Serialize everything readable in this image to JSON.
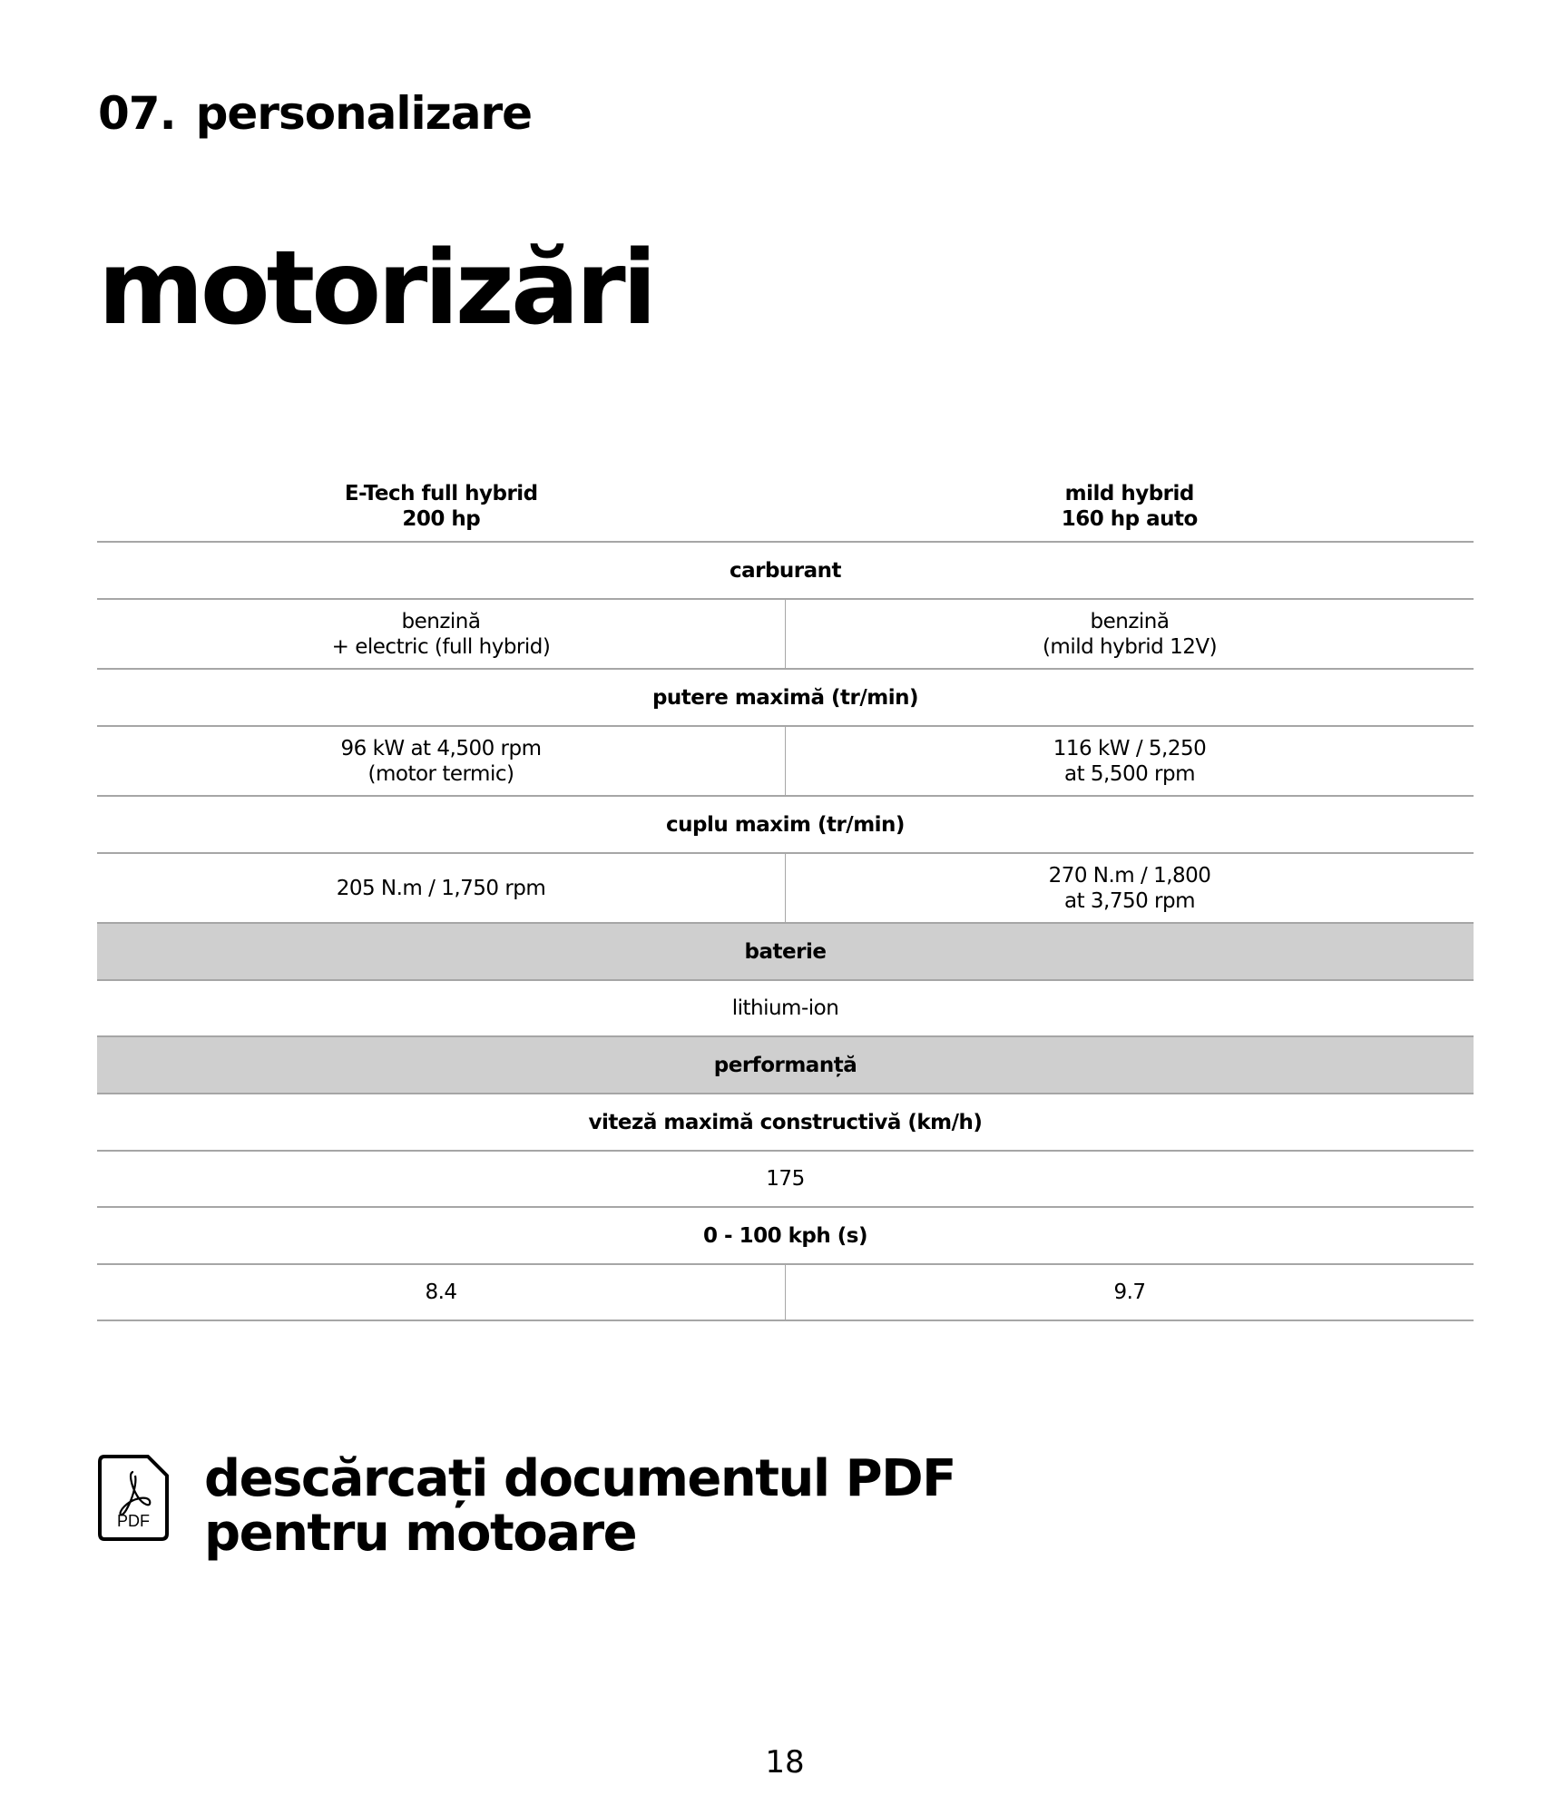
{
  "header": {
    "section_number": "07.",
    "section_name": "personalizare"
  },
  "title": "motorizări",
  "table": {
    "columns": [
      "E-Tech full hybrid\n200 hp",
      "mild hybrid\n160 hp auto"
    ],
    "column_lines": [
      [
        "E-Tech full hybrid",
        "200 hp"
      ],
      [
        "mild hybrid",
        "160 hp auto"
      ]
    ],
    "sections": [
      {
        "label": "carburant",
        "values": [
          [
            "benzină",
            "+ electric (full hybrid)"
          ],
          [
            "benzină",
            "(mild hybrid 12V)"
          ]
        ]
      },
      {
        "label": "putere maximă (tr/min)",
        "values": [
          [
            "96 kW at 4,500 rpm",
            "(motor termic)"
          ],
          [
            "116 kW / 5,250",
            "at 5,500 rpm"
          ]
        ]
      },
      {
        "label": "cuplu maxim (tr/min)",
        "values": [
          [
            "205 N.m / 1,750 rpm"
          ],
          [
            "270 N.m / 1,800",
            "at 3,750 rpm"
          ]
        ]
      },
      {
        "label": "baterie",
        "shaded": true,
        "value": "lithium-ion"
      },
      {
        "label": "performanță",
        "shaded": true
      },
      {
        "label": "viteză maximă constructivă (km/h)",
        "value": "175"
      },
      {
        "label": "0 - 100 kph (s)",
        "values": [
          [
            "8.4"
          ],
          [
            "9.7"
          ]
        ]
      }
    ]
  },
  "download": {
    "icon": "pdf-file-icon",
    "icon_label": "PDF",
    "line1": "descărcați documentul PDF",
    "line2": "pentru motoare"
  },
  "page_number": "18",
  "colors": {
    "shaded_row": "#cfcfcf",
    "rule": "#a6a6a6",
    "text": "#000000"
  }
}
